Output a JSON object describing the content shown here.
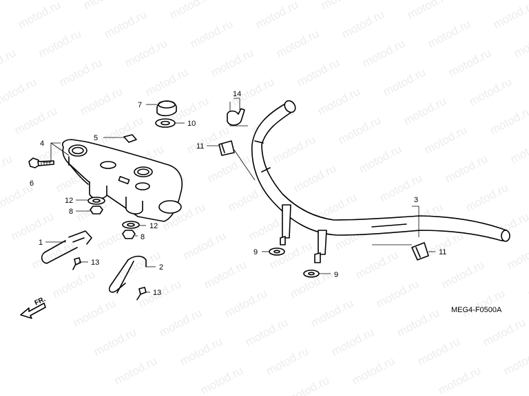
{
  "watermark": {
    "text": "motod.ru",
    "color": "#e8e8e8"
  },
  "diagram_code": "MEG4-F0500A",
  "front_indicator": "FR.",
  "callouts": [
    {
      "id": "c1",
      "label": "1"
    },
    {
      "id": "c2",
      "label": "2"
    },
    {
      "id": "c3",
      "label": "3"
    },
    {
      "id": "c4",
      "label": "4"
    },
    {
      "id": "c5",
      "label": "5"
    },
    {
      "id": "c6",
      "label": "6"
    },
    {
      "id": "c7",
      "label": "7"
    },
    {
      "id": "c8a",
      "label": "8"
    },
    {
      "id": "c8b",
      "label": "8"
    },
    {
      "id": "c9a",
      "label": "9"
    },
    {
      "id": "c9b",
      "label": "9"
    },
    {
      "id": "c10",
      "label": "10"
    },
    {
      "id": "c11a",
      "label": "11"
    },
    {
      "id": "c11b",
      "label": "11"
    },
    {
      "id": "c12a",
      "label": "12"
    },
    {
      "id": "c12b",
      "label": "12"
    },
    {
      "id": "c13a",
      "label": "13"
    },
    {
      "id": "c13b",
      "label": "13"
    },
    {
      "id": "c14",
      "label": "14"
    }
  ]
}
